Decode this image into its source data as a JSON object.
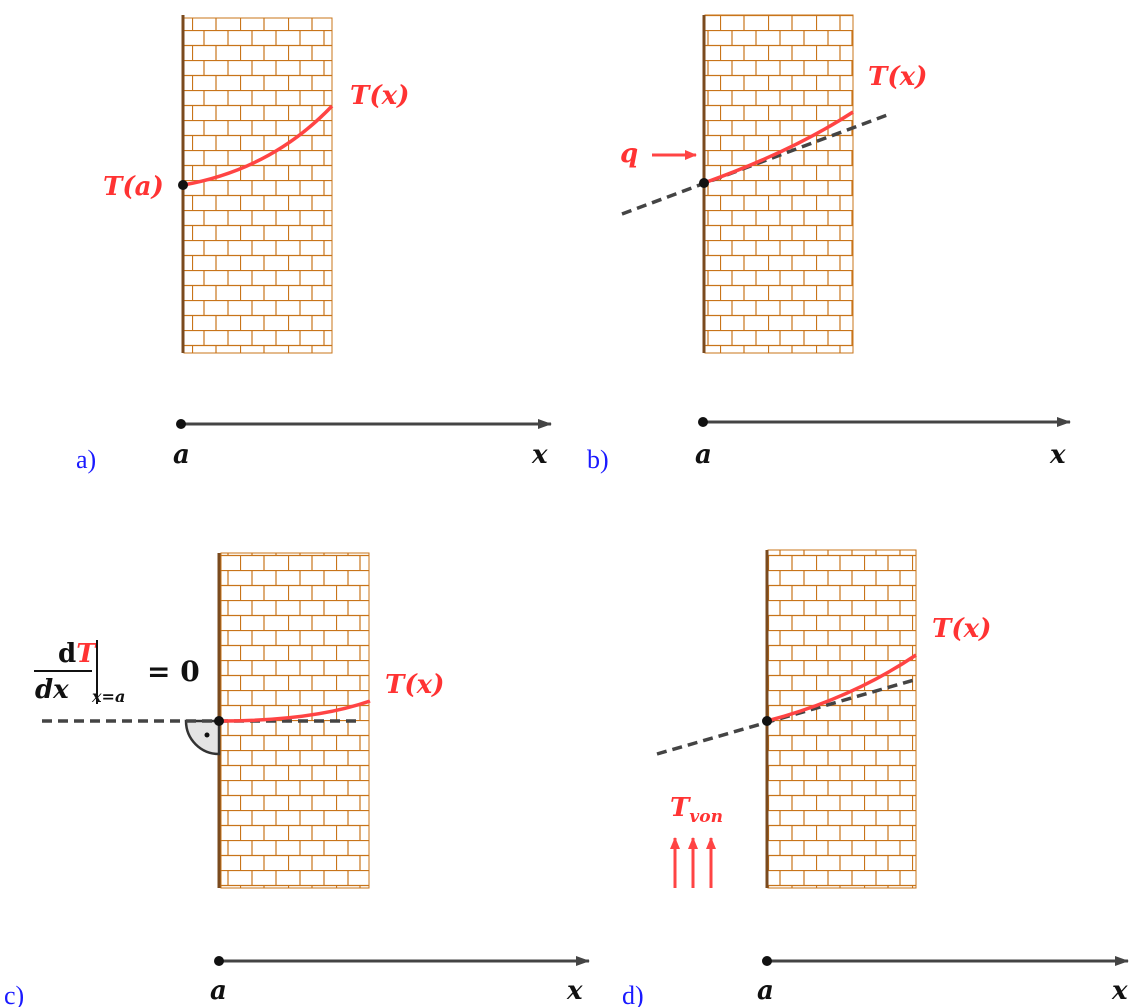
{
  "colors": {
    "brick": "#c8741a",
    "wall_edge": "#7a4a1e",
    "curve": "#ff4444",
    "tangent": "#444444",
    "axis": "#444444",
    "label_red": "#ff3333",
    "label_blue": "#1a1aff"
  },
  "panels": [
    {
      "id": "a",
      "letter": "a)",
      "curve_label": "T(x)",
      "point_label": "T(a)",
      "axis_start": "a",
      "axis_end": "x"
    },
    {
      "id": "b",
      "letter": "b)",
      "curve_label": "T(x)",
      "flux_label": "q",
      "axis_start": "a",
      "axis_end": "x"
    },
    {
      "id": "c",
      "letter": "c)",
      "curve_label": "T(x)",
      "derivative": {
        "numerator_d": "d",
        "numerator_T": "T",
        "denominator": "dx",
        "subscript": "x=a",
        "equals": "= 0"
      },
      "axis_start": "a",
      "axis_end": "x"
    },
    {
      "id": "d",
      "letter": "d)",
      "curve_label": "T(x)",
      "ambient_label": "T",
      "ambient_sub": "von",
      "axis_start": "a",
      "axis_end": "x"
    }
  ]
}
